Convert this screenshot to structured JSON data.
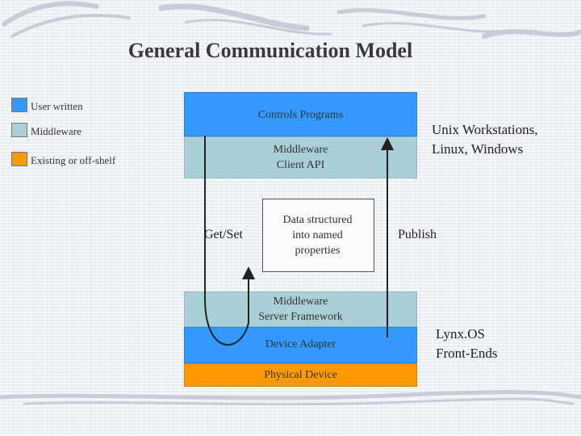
{
  "title": "General Communication Model",
  "legend": [
    {
      "label": "User written",
      "color": "#3399ff"
    },
    {
      "label": "Middleware",
      "color": "#a9cfd8"
    },
    {
      "label": "Existing or off-shelf",
      "color": "#ff9900"
    }
  ],
  "layers": {
    "controls_programs": "Controls Programs",
    "middleware_client_line1": "Middleware",
    "middleware_client_line2": "Client API",
    "middleware_server_line1": "Middleware",
    "middleware_server_line2": "Server Framework",
    "device_adapter": "Device Adapter",
    "physical_device": "Physical Device"
  },
  "data_box": {
    "line1": "Data structured",
    "line2": "into named",
    "line3": "properties"
  },
  "labels": {
    "get_set": "Get/Set",
    "publish": "Publish",
    "unix_line1": "Unix Workstations,",
    "unix_line2": "Linux, Windows",
    "lynx_line1": "Lynx.OS",
    "lynx_line2": "Front-Ends"
  },
  "colors": {
    "user_written": "#3399ff",
    "middleware": "#a9cfd8",
    "existing": "#ff9900"
  }
}
